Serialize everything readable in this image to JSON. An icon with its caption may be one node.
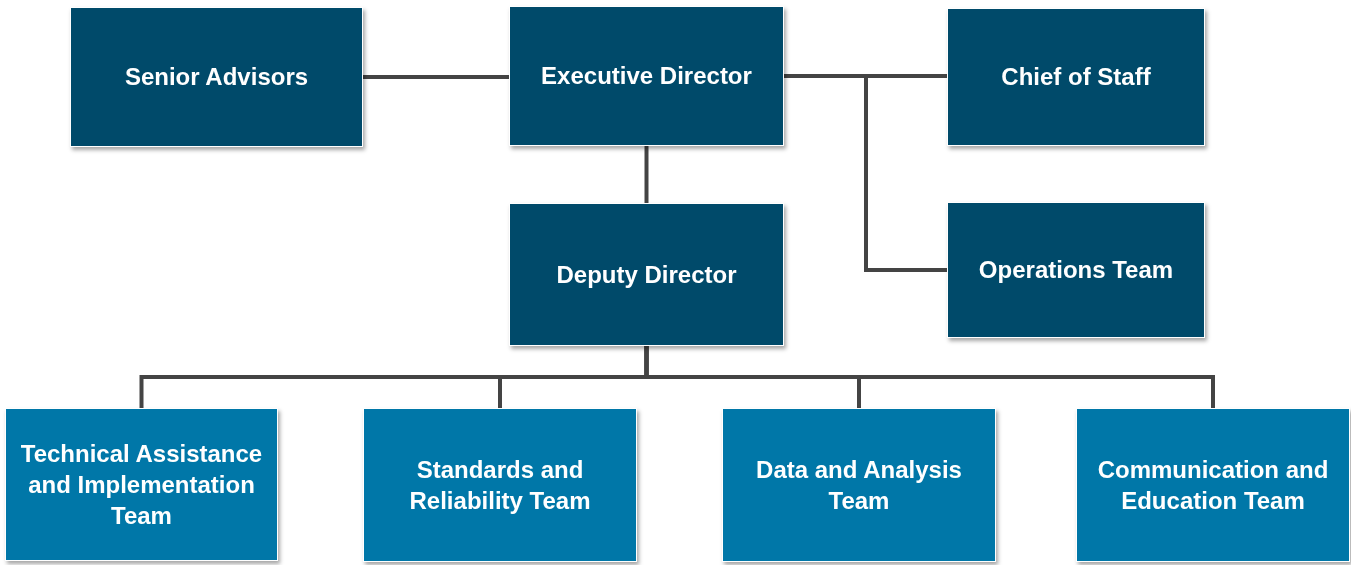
{
  "diagram": {
    "nodes": [
      {
        "text": [
          "Senior Advisors"
        ]
      },
      {
        "text": [
          "Executive Director"
        ]
      },
      {
        "text": [
          "Chief of Staff"
        ]
      },
      {
        "text": [
          "Deputy Director"
        ]
      },
      {
        "text": [
          "Operations Team"
        ]
      },
      {
        "text": [
          "Technical Assistance and Implementation Team"
        ]
      },
      {
        "text": [
          "Standards and Reliability Team"
        ]
      },
      {
        "text": [
          "Data and Analysis Team"
        ]
      },
      {
        "text": [
          "Communication and Education Team"
        ]
      }
    ],
    "edges": [
      {
        "from": 0,
        "to": 1,
        "arrow": "none"
      },
      {
        "from": 1,
        "to": 2,
        "arrow": "none"
      },
      {
        "from": 1,
        "to": 4,
        "arrow": "none"
      },
      {
        "from": 1,
        "to": 3,
        "arrow": "none"
      },
      {
        "from": 3,
        "to": 5,
        "arrow": "none"
      },
      {
        "from": 3,
        "to": 6,
        "arrow": "none"
      },
      {
        "from": 3,
        "to": 7,
        "arrow": "none"
      },
      {
        "from": 3,
        "to": 8,
        "arrow": "none"
      }
    ]
  }
}
